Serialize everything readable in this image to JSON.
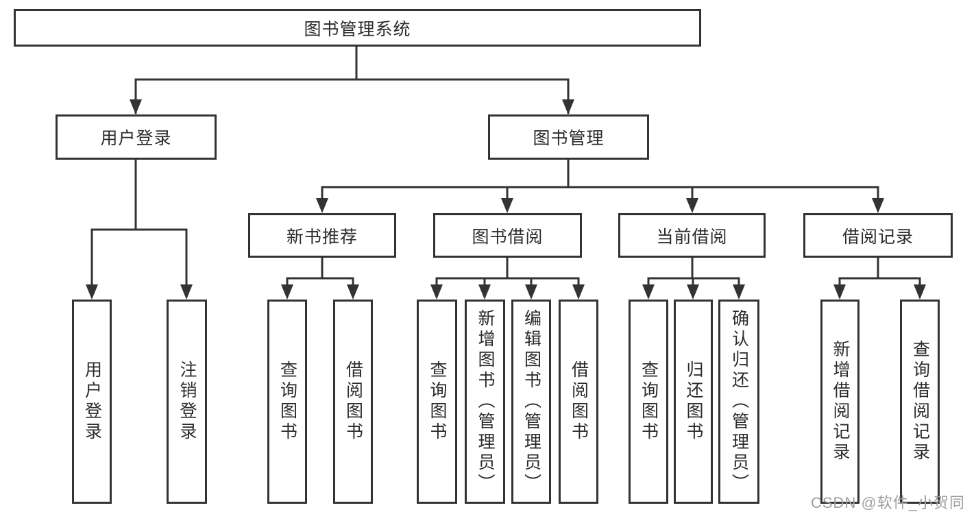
{
  "diagram_type": "hierarchy-tree",
  "hierarchy": {
    "label": "图书管理系统",
    "children": [
      {
        "label": "用户登录",
        "children": [
          {
            "label": "用户登录"
          },
          {
            "label": "注销登录"
          }
        ]
      },
      {
        "label": "图书管理",
        "children": [
          {
            "label": "新书推荐",
            "children": [
              {
                "label": "查询图书"
              },
              {
                "label": "借阅图书"
              }
            ]
          },
          {
            "label": "图书借阅",
            "children": [
              {
                "label": "查询图书"
              },
              {
                "label": "新增图书（管理员）"
              },
              {
                "label": "编辑图书（管理员）"
              },
              {
                "label": "借阅图书"
              }
            ]
          },
          {
            "label": "当前借阅",
            "children": [
              {
                "label": "查询图书"
              },
              {
                "label": "归还图书"
              },
              {
                "label": "确认归还（管理员）"
              }
            ]
          },
          {
            "label": "借阅记录",
            "children": [
              {
                "label": "新增借阅记录"
              },
              {
                "label": "查询借阅记录"
              }
            ]
          }
        ]
      }
    ]
  },
  "watermark": {
    "text": "CSDN @软件_小贺同学"
  },
  "colors": {
    "line": "#333333",
    "box_border": "#333333",
    "box_fill": "#ffffff",
    "text": "#2b2b2b",
    "watermark": "#9e9ea0",
    "background": "#ffffff"
  }
}
